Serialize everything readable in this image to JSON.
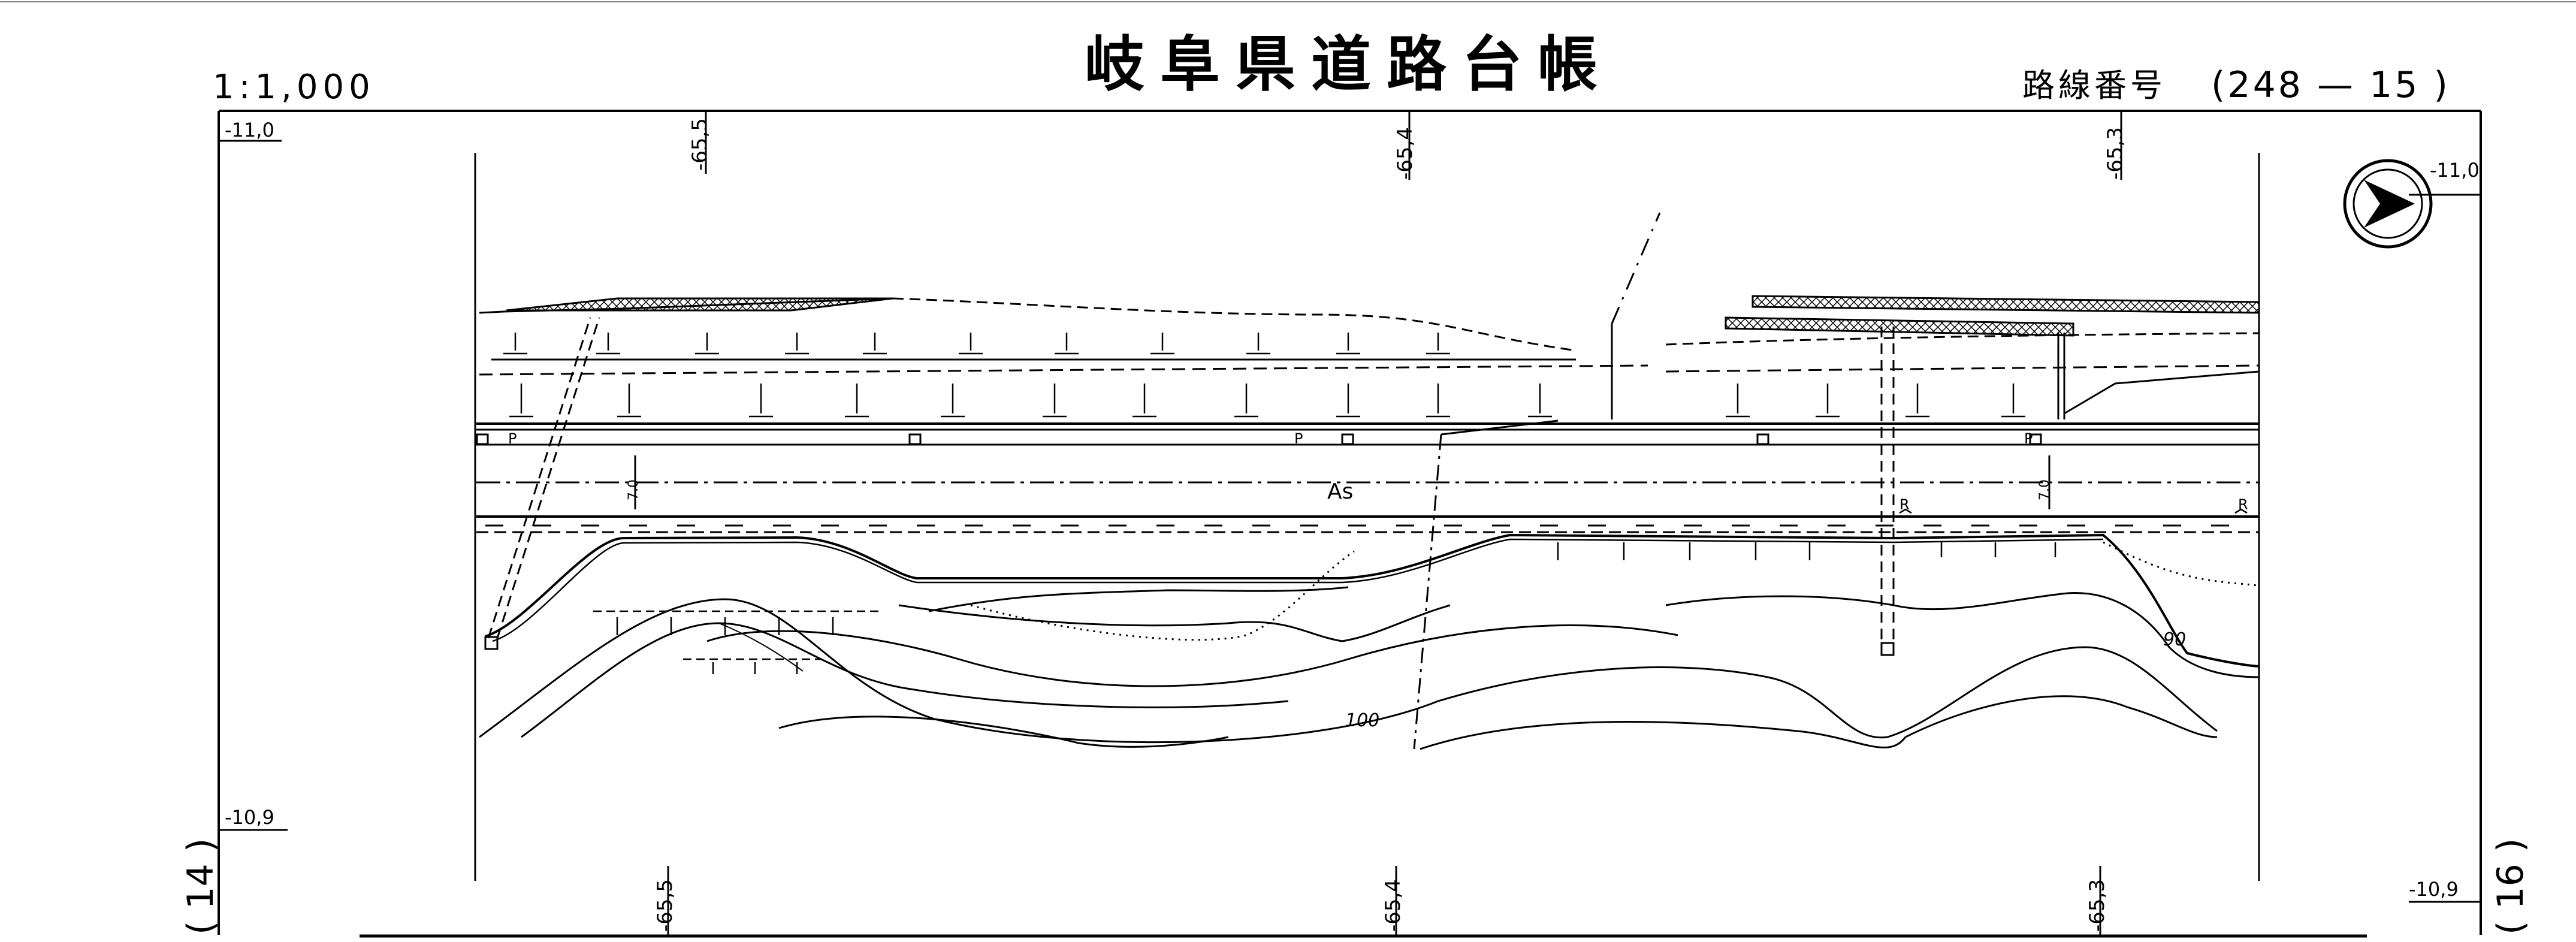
{
  "header": {
    "scale": "1:1,000",
    "title": "岐阜県道路台帳",
    "route_label": "路線番号",
    "route_number": "(248  —  15  )"
  },
  "grid_labels": {
    "top_left": "-11,0",
    "top_right": "-11,0",
    "bottom_left": "-10,9",
    "bottom_right": "-10,9",
    "top_ticks": [
      "-65,5",
      "-65,4",
      "-65,3"
    ],
    "bottom_ticks": [
      "-65,5",
      "-65,4",
      "-65,3"
    ]
  },
  "adjacent_sheets": {
    "left": "( 14 )",
    "right": "( 16 )"
  },
  "map_labels": {
    "surface": "As",
    "contour_100": "100",
    "contour_90": "90",
    "width_left": "7.0",
    "width_right": "7.0",
    "p_markers": [
      "P",
      "P",
      "P"
    ],
    "r_markers": [
      "R",
      "R"
    ]
  }
}
